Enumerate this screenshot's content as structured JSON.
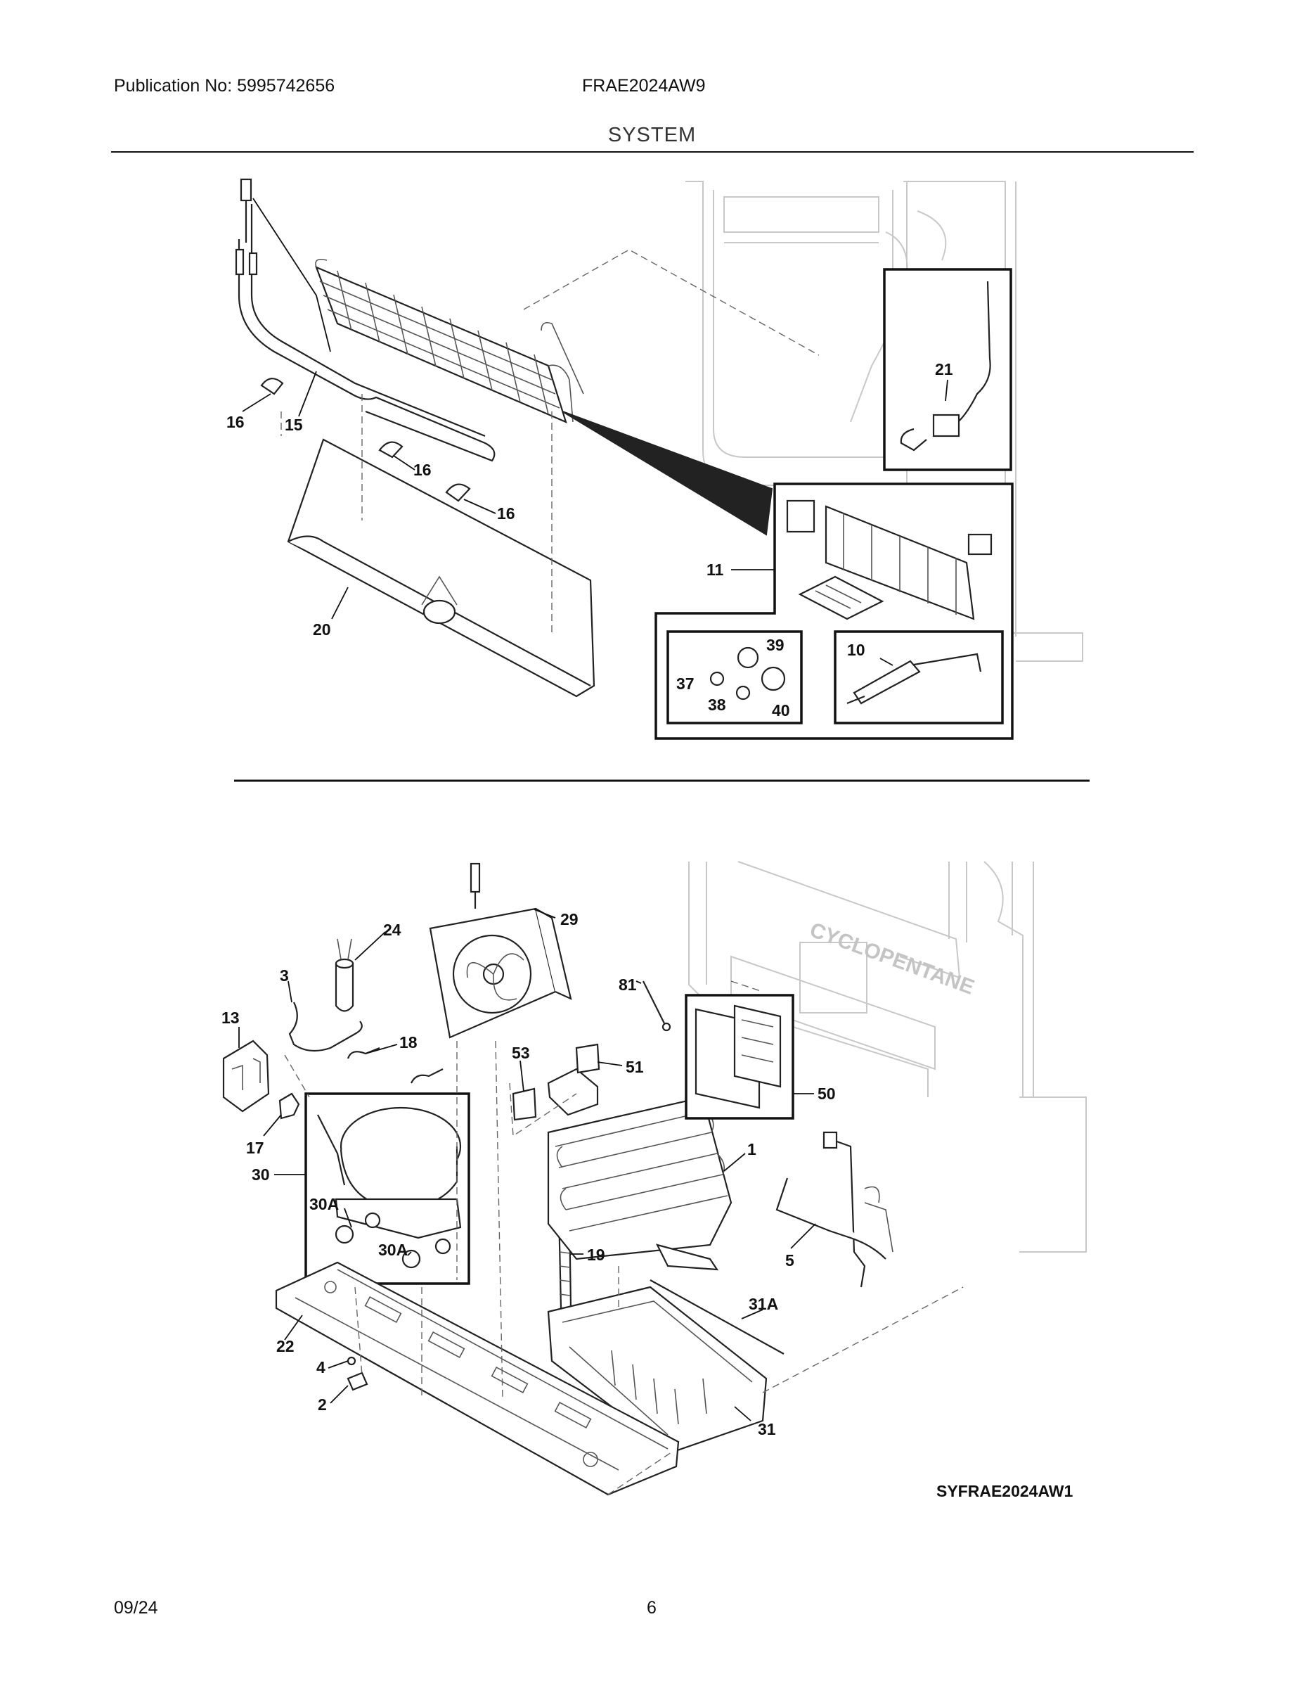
{
  "header": {
    "publication": "Publication No: 5995742656",
    "model": "FRAE2024AW9",
    "section": "SYSTEM"
  },
  "diagram": {
    "code": "SYFRAE2024AW1",
    "callouts_top": [
      "16",
      "15",
      "16",
      "16",
      "20",
      "21",
      "11",
      "39",
      "37",
      "38",
      "40",
      "10"
    ],
    "callouts_bottom": [
      "24",
      "29",
      "3",
      "13",
      "18",
      "81",
      "53",
      "51",
      "50",
      "17",
      "30",
      "1",
      "30A",
      "30A",
      "19",
      "5",
      "31A",
      "22",
      "4",
      "2",
      "31"
    ]
  },
  "footer": {
    "date": "09/24",
    "page": "6"
  }
}
